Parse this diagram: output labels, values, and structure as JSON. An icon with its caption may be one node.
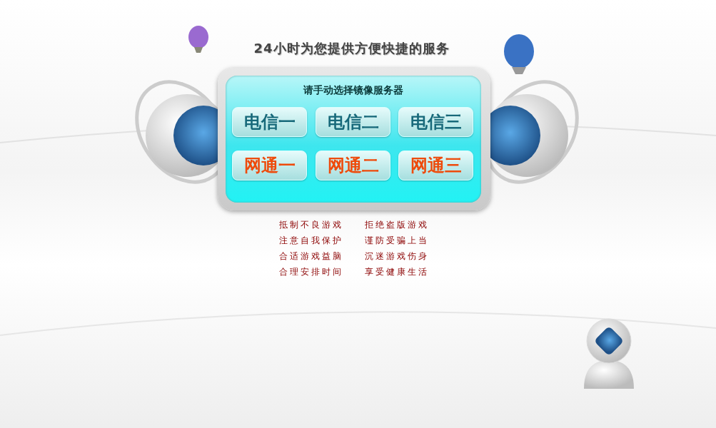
{
  "diagram": {
    "title": "24小时为您提供方便快捷的服务",
    "nodes": [
      {
        "text": [
          "请手动选择镜像服务器"
        ]
      },
      {
        "text": [
          "电信一"
        ],
        "in": 0
      },
      {
        "text": [
          "电信二"
        ],
        "in": 0
      },
      {
        "text": [
          "电信三"
        ],
        "in": 0
      },
      {
        "text": [
          "网通一"
        ],
        "in": 0
      },
      {
        "text": [
          "网通二"
        ],
        "in": 0
      },
      {
        "text": [
          "网通三"
        ],
        "in": 0
      }
    ],
    "labels": [
      "抵制不良游戏",
      "拒绝盗版游戏",
      "注意自我保护",
      "谨防受骗上当",
      "合适游戏益脑",
      "沉迷游戏伤身",
      "合理安排时间",
      "享受健康生活"
    ]
  }
}
